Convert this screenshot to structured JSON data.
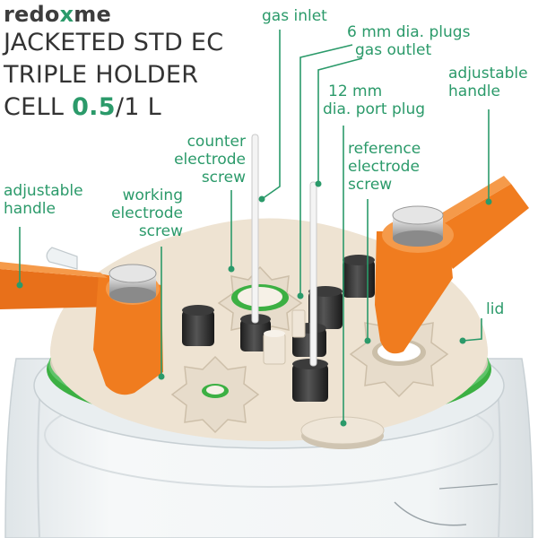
{
  "brand": {
    "part1": "redo",
    "part2": "x",
    "part3": "me"
  },
  "title": {
    "line1": "JACKETED STD EC",
    "line2": "TRIPLE HOLDER",
    "line3_prefix": "CELL ",
    "line3_capacity": "0.5",
    "line3_suffix": "/1 L"
  },
  "labels": {
    "gas_inlet": "gas inlet",
    "plugs_6mm": "6 mm dia. plugs",
    "gas_outlet": "gas outlet",
    "adjustable_handle_right_l1": "adjustable",
    "adjustable_handle_right_l2": "handle",
    "port_plug_l1": "12 mm",
    "port_plug_l2": "dia. port plug",
    "counter_l1": "counter",
    "counter_l2": "electrode",
    "counter_l3": "screw",
    "reference_l1": "reference",
    "reference_l2": "electrode",
    "reference_l3": "screw",
    "adjustable_handle_left_l1": "adjustable",
    "adjustable_handle_left_l2": "handle",
    "working_l1": "working",
    "working_l2": "electrode",
    "working_l3": "screw",
    "lid": "lid"
  },
  "colors": {
    "accent": "#2b9a6a",
    "handle": "#f07c1f",
    "lid": "#eee3d2",
    "seal": "#3cb043",
    "knob": "#2a2a2a"
  }
}
